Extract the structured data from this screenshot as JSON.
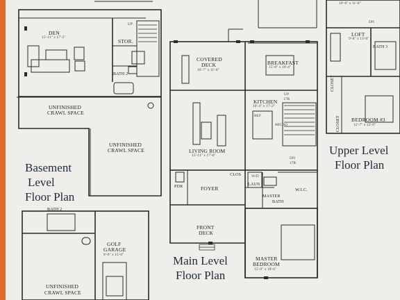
{
  "plans": {
    "basement": {
      "title_line1": "Basement",
      "title_line2": "Level",
      "title_line3": "Floor Plan"
    },
    "main": {
      "title_line1": "Main Level",
      "title_line2": "Floor Plan"
    },
    "upper": {
      "title_line1": "Upper Level",
      "title_line2": "Floor Plan"
    }
  },
  "rooms": {
    "den": {
      "name": "DEN",
      "dim": "15'-11\" x 17'-2\""
    },
    "stor": {
      "name": "STOR."
    },
    "bath2_basement": {
      "name": "BATH 2"
    },
    "unfinished_crawl_1": {
      "name1": "UNFINISHED",
      "name2": "CRAWL SPACE"
    },
    "unfinished_crawl_2": {
      "name1": "UNFINISHED",
      "name2": "CRAWL SPACE"
    },
    "unfinished_crawl_3": {
      "name1": "UNFINISHED",
      "name2": "CRAWL SPACE"
    },
    "bath2_lower": {
      "name": "BATH 2"
    },
    "golf_garage": {
      "name1": "GOLF",
      "name2": "GARAGE",
      "dim": "8'-0\" x 15'-0\""
    },
    "covered_deck": {
      "name1": "COVERED",
      "name2": "DECK",
      "dim": "16'-7\" x 11'-0\""
    },
    "breakfast": {
      "name": "BREAKFAST",
      "dim": "15'-0\" x 10'-4\""
    },
    "kitchen": {
      "name": "KITCHEN",
      "dim": "10'-4\" x 17'-2\""
    },
    "living_room": {
      "name": "LIVING ROOM",
      "dim": "15'-11\" x 17'-0\""
    },
    "pdr": {
      "name": "PDR"
    },
    "foyer": {
      "name": "FOYER"
    },
    "clos": {
      "name": "CLOS"
    },
    "laun": {
      "name": "LAUN"
    },
    "master_bath": {
      "name1": "MASTER",
      "name2": "BATH"
    },
    "wic": {
      "name": "W.I.C."
    },
    "front_deck": {
      "name1": "FRONT",
      "name2": "DECK"
    },
    "master_bedroom": {
      "name1": "MASTER",
      "name2": "BEDROOM",
      "dim": "15'-0\" x 18'-6\""
    },
    "loft": {
      "name": "LOFT",
      "dim": "9'-8\" x 13'-8\""
    },
    "bath3": {
      "name": "BATH 3"
    },
    "closet1": {
      "name": "CLOSET"
    },
    "closet2": {
      "name": "CLOSET"
    },
    "bedroom3": {
      "name": "BEDROOM #3",
      "dim": "12'-7\" x 12'-0\""
    },
    "bedroom_top": {
      "dim": "10'-6\" x 11'-8\""
    }
  },
  "marks": {
    "up": "UP",
    "dn": "DN",
    "up_17r": "17R",
    "dn_17r": "17R",
    "wd": "W/D",
    "ref": "REF",
    "micro": "MICRO"
  }
}
